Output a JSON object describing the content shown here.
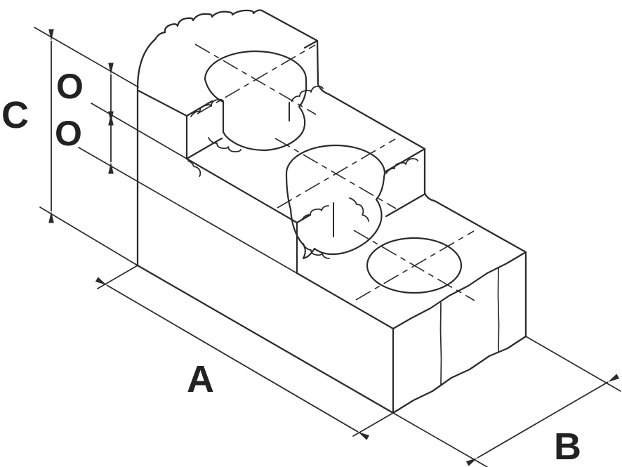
{
  "drawing": {
    "type": "isometric-technical-drawing",
    "subject": "stepped chuck jaw block with two T-slot counterbores and one round hole",
    "background_color": "#ffffff",
    "line_color": "#2b2b2b",
    "labels": {
      "total_height": "C",
      "step_offset_upper": "O",
      "step_offset_lower": "O",
      "length": "A",
      "width": "B"
    }
  }
}
